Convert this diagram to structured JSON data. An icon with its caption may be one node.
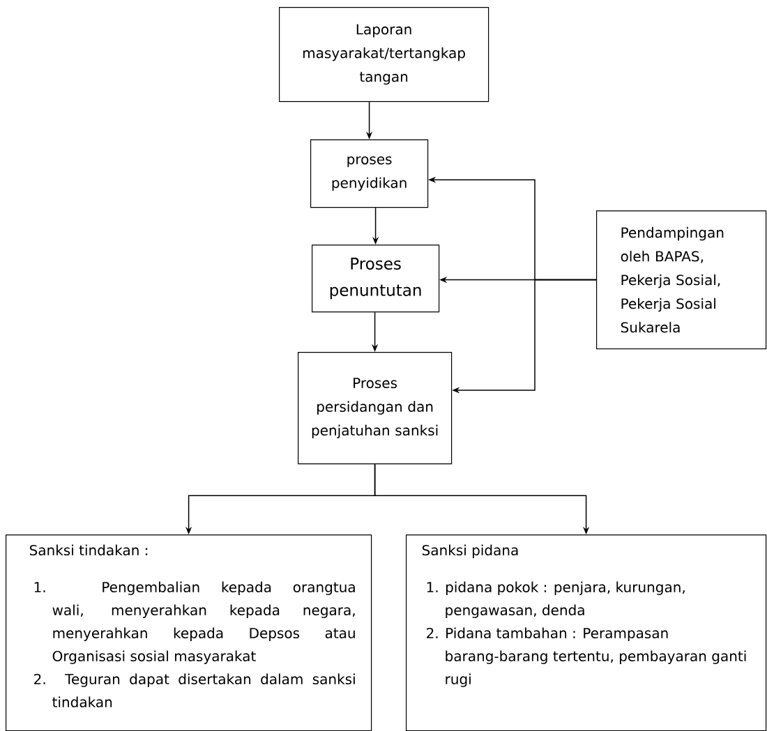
{
  "diagram": {
    "nodes": [
      {
        "text": [
          "Laporan masyarakat/tertangkap tangan"
        ]
      },
      {
        "text": [
          "proses penyidikan"
        ]
      },
      {
        "text": [
          "Proses penuntutan"
        ]
      },
      {
        "text": [
          "Pendampingan oleh BAPAS, Pekerja Sosial, Pekerja Sosial Sukarela"
        ]
      },
      {
        "text": [
          "Proses persidangan dan penjatuhan sanksi"
        ]
      },
      {
        "text": [
          "Sanksi tindakan :",
          "1. Pengembalian kepada orangtua wali, menyerahkan kepada negara, menyerahkan kepada Depsos atau Organisasi sosial masyarakat",
          "2. Teguran dapat disertakan dalam sanksi tindakan"
        ]
      },
      {
        "text": [
          "Sanksi pidana",
          "1. pidana pokok : penjara, kurungan, pengawasan, denda",
          "2. Pidana tambahan : Perampasan barang-barang tertentu, pembayaran ganti rugi"
        ]
      }
    ],
    "edges": [
      {
        "from": 0,
        "to": 1,
        "arrow": "to"
      },
      {
        "from": 1,
        "to": 2,
        "arrow": "to"
      },
      {
        "from": 2,
        "to": 4,
        "arrow": "to"
      },
      {
        "from": 3,
        "to": 1,
        "arrow": "to"
      },
      {
        "from": 3,
        "to": 2,
        "arrow": "to"
      },
      {
        "from": 3,
        "to": 4,
        "arrow": "to"
      },
      {
        "from": 4,
        "to": 5,
        "arrow": "to"
      },
      {
        "from": 4,
        "to": 6,
        "arrow": "to"
      }
    ]
  }
}
